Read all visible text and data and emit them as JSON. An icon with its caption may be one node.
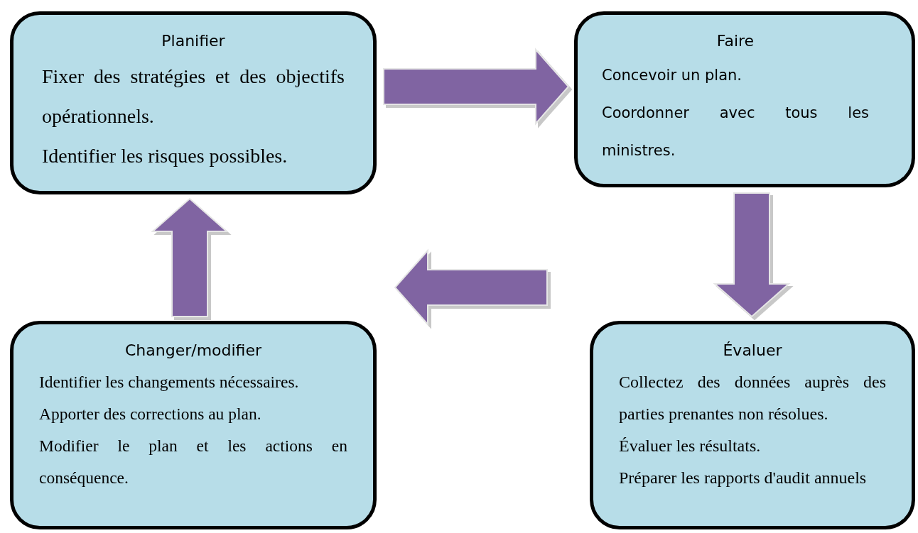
{
  "diagram": {
    "nodes": [
      {
        "text": [
          "Planifier",
          "Fixer des stratégies et des objectifs opérationnels.",
          "Identifier les risques possibles."
        ]
      },
      {
        "text": [
          "Faire",
          "Concevoir un plan.",
          "Coordonner avec tous les ministres."
        ]
      },
      {
        "text": [
          "Évaluer",
          "Collectez des données auprès des parties prenantes non résolues.",
          "Évaluer les résultats.",
          "Préparer les rapports d'audit annuels"
        ]
      },
      {
        "text": [
          "Changer/modifier",
          "Identifier les changements nécessaires.",
          "Apporter des corrections au plan.",
          "Modifier le plan et les actions en conséquence."
        ]
      }
    ],
    "edges": [
      {
        "from": 0,
        "to": 1,
        "arrow": "to",
        "style": "thick"
      },
      {
        "from": 1,
        "to": 2,
        "arrow": "to",
        "style": "thick"
      },
      {
        "from": 2,
        "to": 3,
        "arrow": "to",
        "style": "thick"
      },
      {
        "from": 3,
        "to": 0,
        "arrow": "to",
        "style": "thick"
      }
    ]
  }
}
